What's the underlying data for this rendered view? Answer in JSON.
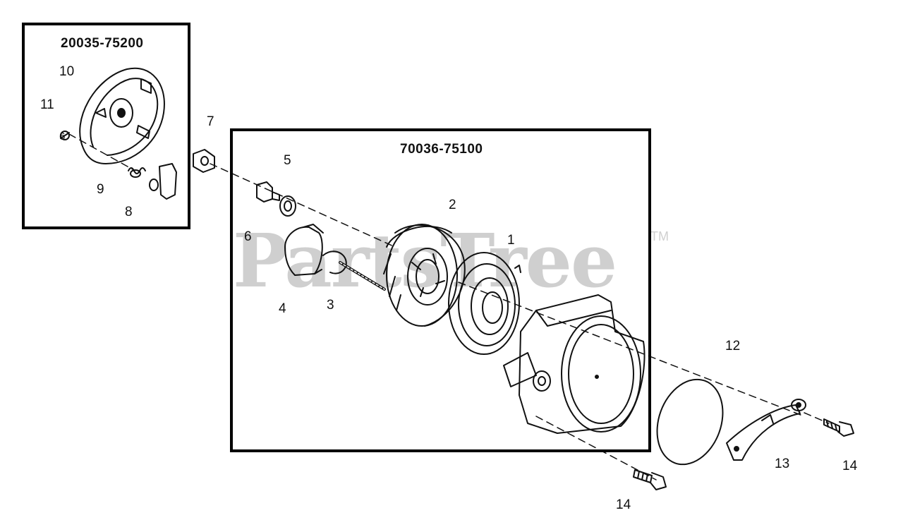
{
  "watermark": {
    "text": "PartsTree",
    "trademark": "TM"
  },
  "kits": {
    "left": "20035-75200",
    "main": "70036-75100"
  },
  "callouts": {
    "c1": "1",
    "c2": "2",
    "c3": "3",
    "c4": "4",
    "c5": "5",
    "c6a": "6",
    "c6b": "6",
    "c7": "7",
    "c8": "8",
    "c9": "9",
    "c10": "10",
    "c11": "11",
    "c12": "12",
    "c13": "13",
    "c14a": "14",
    "c14b": "14"
  }
}
